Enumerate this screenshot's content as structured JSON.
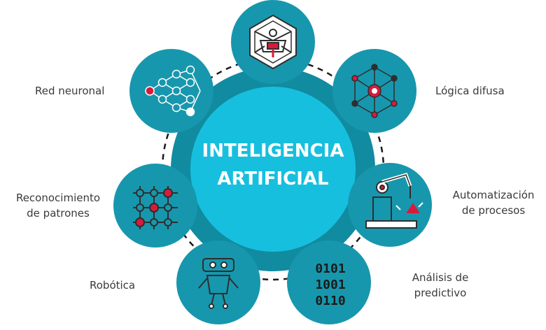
{
  "center": {
    "line1": "INTELIGENCIA",
    "line2": "ARTIFICIAL"
  },
  "nodes": [
    {
      "id": "top",
      "icon": "ai-robot-icon"
    },
    {
      "id": "red-neuronal",
      "label_lines": [
        "Red neuronal"
      ],
      "icon": "neural-network-icon"
    },
    {
      "id": "logica-difusa",
      "label_lines": [
        "Lógica difusa"
      ],
      "icon": "fuzzy-logic-network-icon"
    },
    {
      "id": "reconocimiento",
      "label_lines": [
        "Reconocimiento",
        "de patrones"
      ],
      "icon": "pattern-grid-icon"
    },
    {
      "id": "automatizacion",
      "label_lines": [
        "Automatización",
        "de procesos"
      ],
      "icon": "robotic-arm-icon"
    },
    {
      "id": "robotica",
      "label_lines": [
        "Robótica"
      ],
      "icon": "robot-icon"
    },
    {
      "id": "analisis",
      "label_lines": [
        "Análisis de",
        "predictivo"
      ],
      "icon": "binary-code-icon",
      "binary_rows": [
        "0101",
        "1001",
        "0110"
      ]
    }
  ],
  "colors": {
    "teal": "#1797ad",
    "center": "#17bfde",
    "ring": "#118ba0",
    "accent": "#d81b3c",
    "icon": "#2e2e2e"
  }
}
